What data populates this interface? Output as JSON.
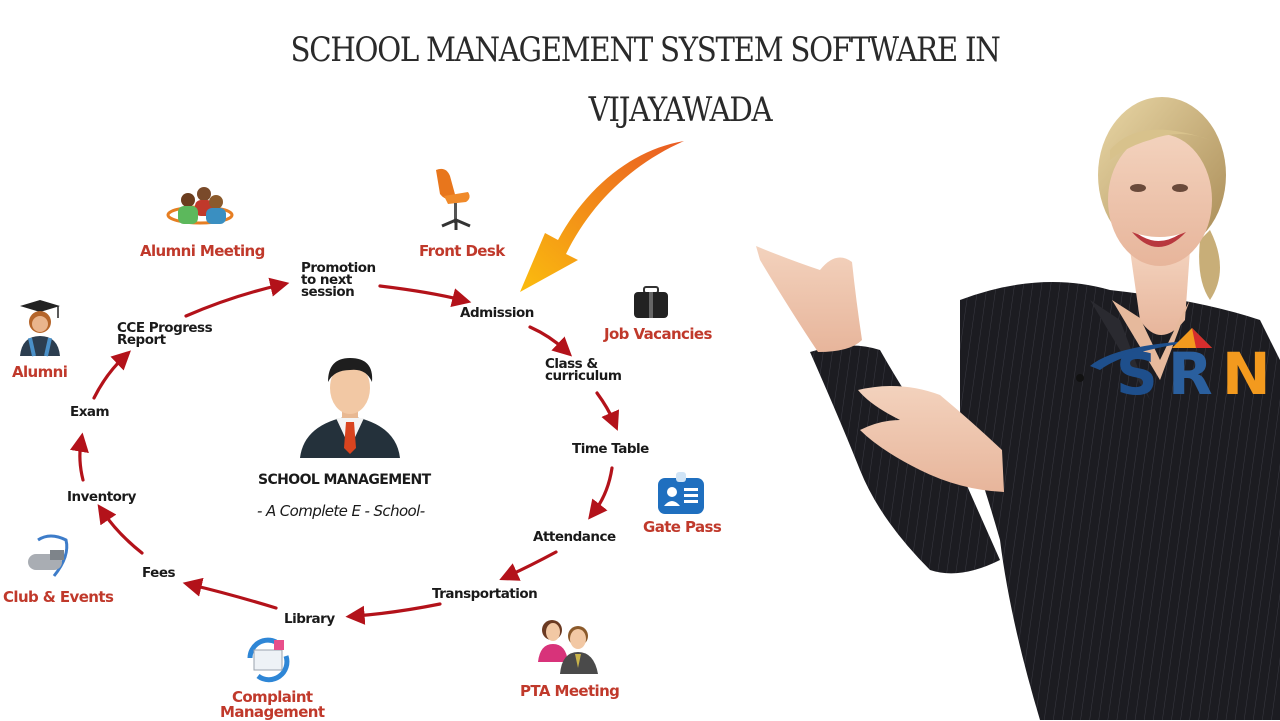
{
  "title": {
    "line1": "SCHOOL MANAGEMENT SYSTEM SOFTWARE IN",
    "line2": "VIJAYAWADA"
  },
  "center": {
    "title": "SCHOOL MANAGEMENT",
    "subtitle": "- A Complete E - School-"
  },
  "cycle_nodes": [
    {
      "id": "admission",
      "label": "Admission"
    },
    {
      "id": "class",
      "label": "Class &\ncurriculum",
      "lines": [
        "Class &",
        "curriculum"
      ]
    },
    {
      "id": "timetable",
      "label": "Time Table"
    },
    {
      "id": "attendance",
      "label": "Attendance"
    },
    {
      "id": "transportation",
      "label": "Transportation"
    },
    {
      "id": "library",
      "label": "Library"
    },
    {
      "id": "fees",
      "label": "Fees"
    },
    {
      "id": "inventory",
      "label": "Inventory"
    },
    {
      "id": "exam",
      "label": "Exam"
    },
    {
      "id": "cce",
      "label": "CCE Progress Report",
      "lines": [
        "CCE Progress",
        "Report"
      ]
    },
    {
      "id": "promotion",
      "label": "Promotion to next session",
      "lines": [
        "Promotion",
        "to next",
        "session"
      ]
    }
  ],
  "modules": [
    {
      "id": "alumni-meeting",
      "label": "Alumni Meeting",
      "icon": "group-people-icon"
    },
    {
      "id": "front-desk",
      "label": "Front Desk",
      "icon": "office-chair-icon"
    },
    {
      "id": "job-vacancies",
      "label": "Job Vacancies",
      "icon": "briefcase-icon"
    },
    {
      "id": "alumni",
      "label": "Alumni",
      "icon": "graduate-icon"
    },
    {
      "id": "gate-pass",
      "label": "Gate Pass",
      "icon": "id-badge-icon"
    },
    {
      "id": "club-events",
      "label": "Club & Events",
      "icon": "whistle-icon"
    },
    {
      "id": "complaint",
      "label": "Complaint Management",
      "lines": [
        "Complaint",
        "Management"
      ],
      "icon": "mail-refresh-icon"
    },
    {
      "id": "pta-meeting",
      "label": "PTA Meeting",
      "icon": "two-people-icon"
    }
  ],
  "logo": {
    "text": "SRN",
    "letters": [
      "S",
      "R",
      "N"
    ]
  },
  "colors": {
    "arrow": "#b3121a",
    "module_label": "#c0392b",
    "pointer_arrow_top": "#ec6a24",
    "pointer_arrow_bottom": "#f8b80e",
    "logo_blue": "#1e4f8c",
    "logo_orange": "#f39a1e",
    "suit": "#1d1d22"
  }
}
